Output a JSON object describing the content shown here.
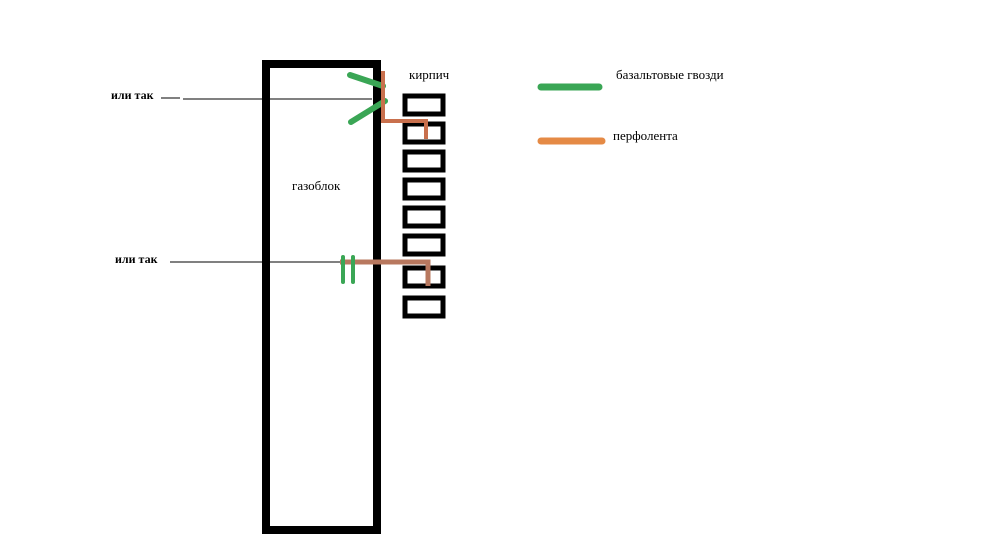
{
  "labels": {
    "option_top": "или так",
    "option_bottom": "или так",
    "brick": "кирпич",
    "gasblock": "газоблок"
  },
  "legend": [
    {
      "label": "базальтовые гвозди",
      "color": "#3aa655"
    },
    {
      "label": "перфолента",
      "color": "#e58a45"
    }
  ],
  "colors": {
    "outline": "#000000",
    "nail": "#3aa655",
    "tape_legend": "#e58a45",
    "tape_top": "#c9704d",
    "tape_bottom": "#b8785f"
  }
}
